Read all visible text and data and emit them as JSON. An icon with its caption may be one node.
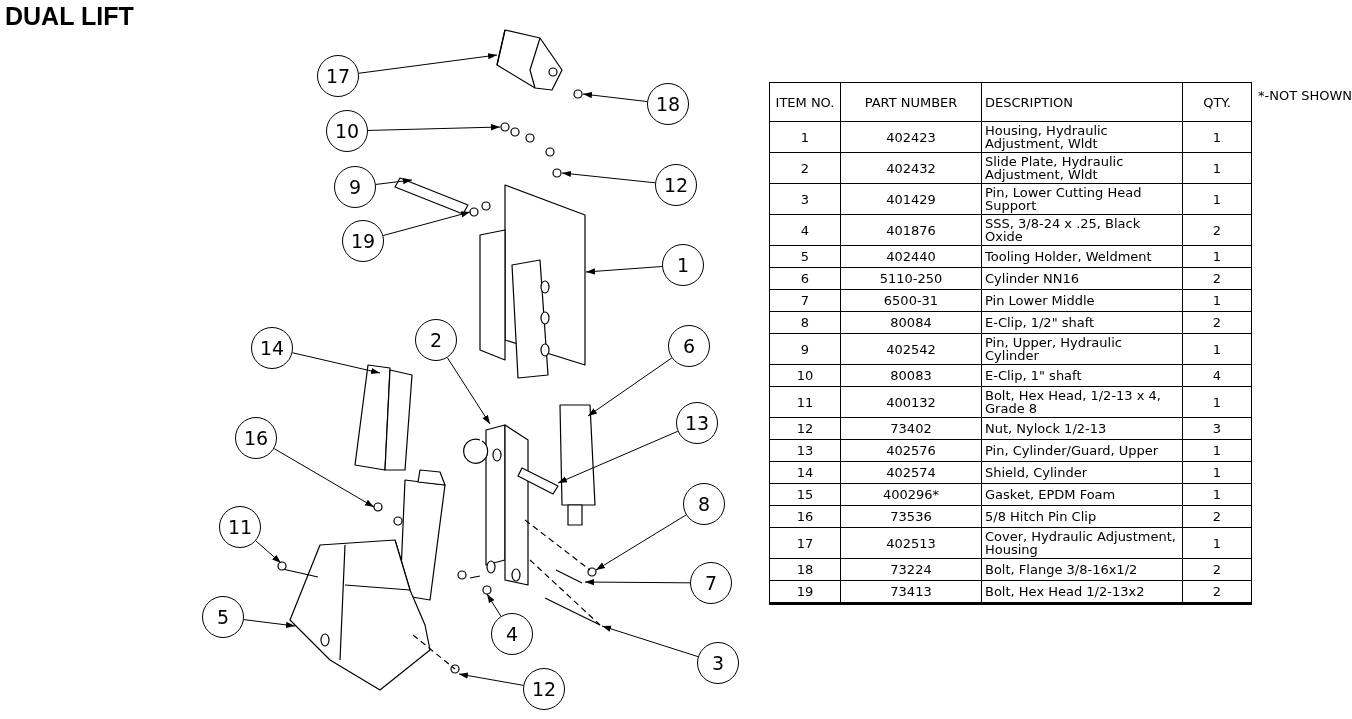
{
  "diagram": {
    "title": "DUAL LIFT",
    "nodes": [
      {
        "text": [
          "17"
        ]
      },
      {
        "text": [
          "18"
        ]
      },
      {
        "text": [
          "10"
        ]
      },
      {
        "text": [
          "12"
        ]
      },
      {
        "text": [
          "9"
        ]
      },
      {
        "text": [
          "19"
        ]
      },
      {
        "text": [
          "1"
        ]
      },
      {
        "text": [
          "14"
        ]
      },
      {
        "text": [
          "2"
        ]
      },
      {
        "text": [
          "6"
        ]
      },
      {
        "text": [
          "13"
        ]
      },
      {
        "text": [
          "16"
        ]
      },
      {
        "text": [
          "8"
        ]
      },
      {
        "text": [
          "11"
        ]
      },
      {
        "text": [
          "7"
        ]
      },
      {
        "text": [
          "5"
        ]
      },
      {
        "text": [
          "4"
        ]
      },
      {
        "text": [
          "3"
        ]
      },
      {
        "text": [
          "12"
        ]
      }
    ],
    "edges": [
      {
        "from": 0,
        "to": null,
        "arrow": "to"
      },
      {
        "from": 1,
        "to": null,
        "arrow": "to"
      },
      {
        "from": 2,
        "to": null,
        "arrow": "to"
      },
      {
        "from": 3,
        "to": null,
        "arrow": "to"
      },
      {
        "from": 4,
        "to": null,
        "arrow": "to"
      },
      {
        "from": 5,
        "to": null,
        "arrow": "to"
      },
      {
        "from": 6,
        "to": null,
        "arrow": "to"
      },
      {
        "from": 7,
        "to": null,
        "arrow": "to"
      },
      {
        "from": 8,
        "to": null,
        "arrow": "to"
      },
      {
        "from": 9,
        "to": null,
        "arrow": "to"
      },
      {
        "from": 10,
        "to": null,
        "arrow": "to"
      },
      {
        "from": 11,
        "to": null,
        "arrow": "to"
      },
      {
        "from": 12,
        "to": null,
        "arrow": "to"
      },
      {
        "from": 13,
        "to": null,
        "arrow": "to"
      },
      {
        "from": 14,
        "to": null,
        "arrow": "to"
      },
      {
        "from": 15,
        "to": null,
        "arrow": "to"
      },
      {
        "from": 16,
        "to": null,
        "arrow": "to"
      },
      {
        "from": 17,
        "to": null,
        "arrow": "to"
      },
      {
        "from": 18,
        "to": null,
        "arrow": "to"
      }
    ],
    "labels": [
      "ITEM NO.",
      "PART NUMBER",
      "DESCRIPTION",
      "QTY.",
      "1",
      "402423",
      "Housing, Hydraulic Adjustment, Wldt",
      "1",
      "2",
      "402432",
      "Slide Plate, Hydraulic Adjustment, Wldt",
      "1",
      "3",
      "401429",
      "Pin, Lower Cutting Head Support",
      "1",
      "4",
      "401876",
      "SSS, 3/8-24 x .25, Black Oxide",
      "2",
      "5",
      "402440",
      "Tooling Holder, Weldment",
      "1",
      "6",
      "5110-250",
      "Cylinder NN16",
      "2",
      "7",
      "6500-31",
      "Pin Lower Middle",
      "1",
      "8",
      "80084",
      "E-Clip, 1/2\" shaft",
      "2",
      "9",
      "402542",
      "Pin, Upper, Hydraulic Cylinder",
      "1",
      "10",
      "80083",
      "E-Clip, 1\" shaft",
      "4",
      "11",
      "400132",
      "Bolt, Hex Head, 1/2-13 x 4, Grade 8",
      "1",
      "12",
      "73402",
      "Nut, Nylock 1/2-13",
      "3",
      "13",
      "402576",
      "Pin, Cylinder/Guard, Upper",
      "1",
      "14",
      "402574",
      "Shield, Cylinder",
      "1",
      "15",
      "400296*",
      "Gasket, EPDM Foam",
      "1",
      "16",
      "73536",
      "5/8 Hitch Pin Clip",
      "2",
      "17",
      "402513",
      "Cover, Hydraulic Adjustment, Housing",
      "1",
      "18",
      "73224",
      "Bolt, Flange 3/8-16x1/2",
      "2",
      "19",
      "73413",
      "Bolt, Hex Head 1/2-13x2",
      "2",
      "*-NOT SHOWN"
    ]
  }
}
